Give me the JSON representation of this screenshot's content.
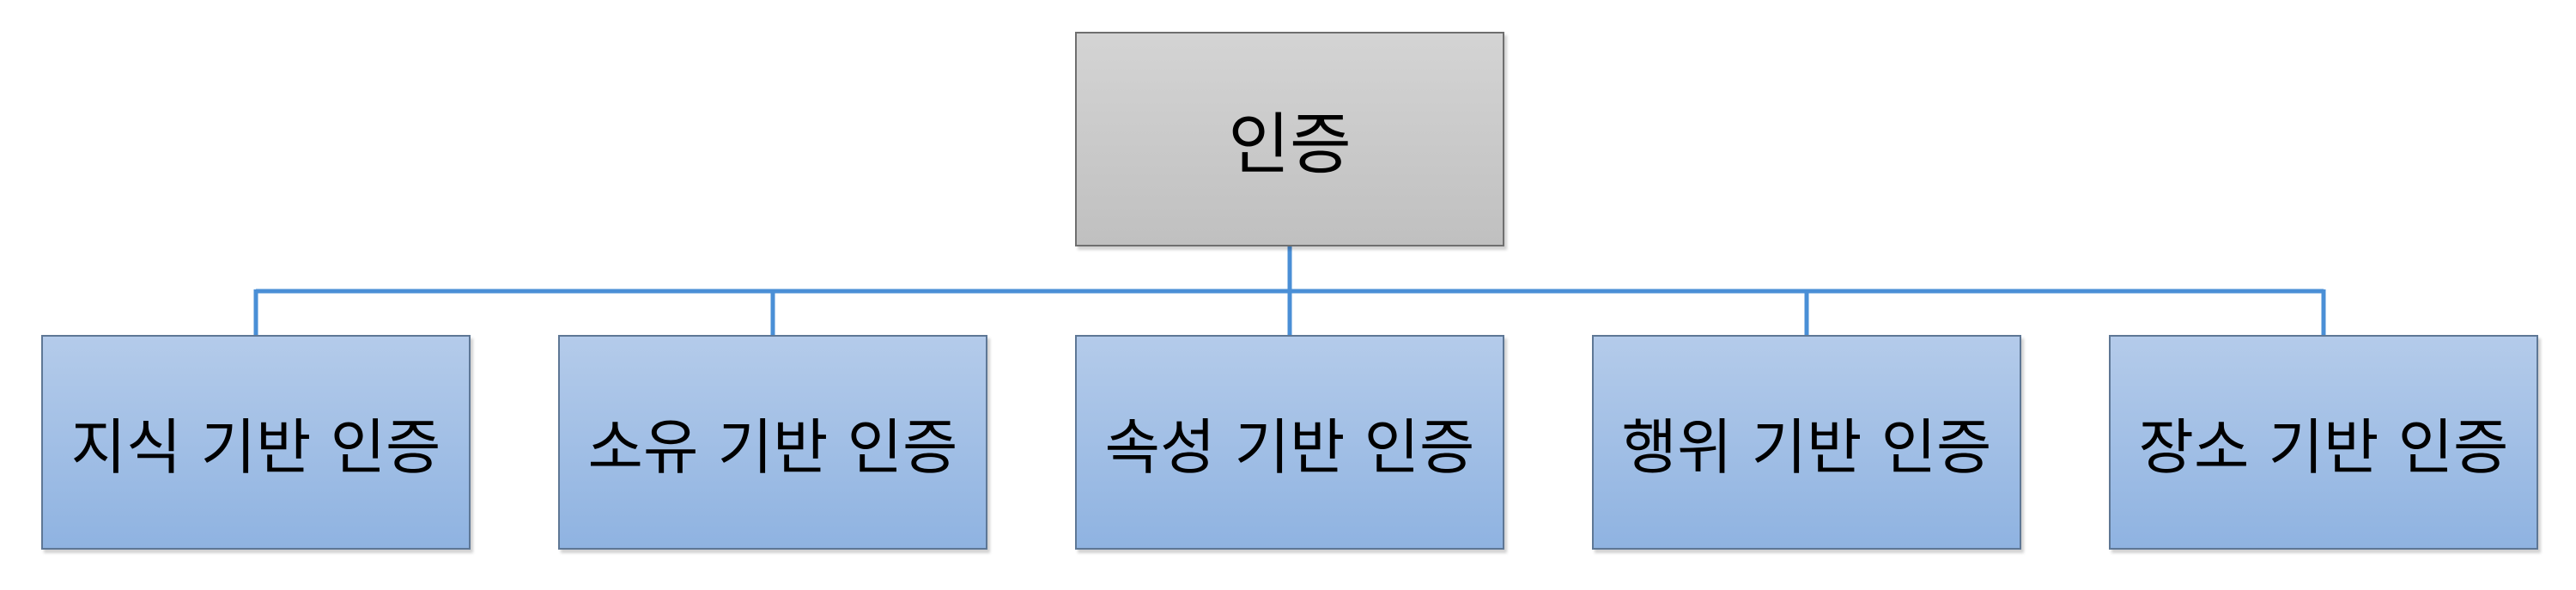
{
  "diagram": {
    "root": {
      "label": "인증"
    },
    "children": [
      {
        "label": "지식 기반 인증"
      },
      {
        "label": "소유 기반 인증"
      },
      {
        "label": "속성 기반 인증"
      },
      {
        "label": "행위 기반 인증"
      },
      {
        "label": "장소 기반 인증"
      }
    ],
    "colors": {
      "connector": "#4a8fd6",
      "root_fill": "#c8c8c8",
      "child_fill": "#a3bfe6"
    }
  }
}
